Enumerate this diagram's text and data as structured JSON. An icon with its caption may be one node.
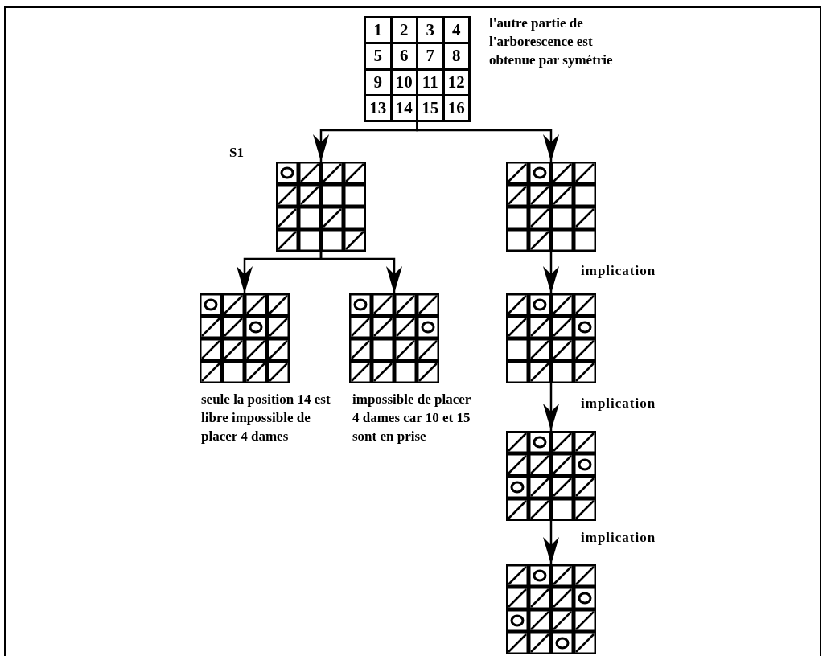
{
  "diagram": {
    "nodes": [
      {
        "text": [
          "1",
          "2",
          "3",
          "4",
          "5",
          "6",
          "7",
          "8",
          "9",
          "10",
          "11",
          "12",
          "13",
          "14",
          "15",
          "16"
        ],
        "beside": [
          "l'autre partie de l'arborescence est obtenue par symétrie"
        ]
      },
      {
        "text": [],
        "shape": "picture",
        "beside": [
          "S1"
        ]
      },
      {
        "text": [],
        "shape": "picture"
      },
      {
        "text": [],
        "shape": "picture",
        "beside": [
          "seule la position 14 est libre impossible de placer 4 dames"
        ]
      },
      {
        "text": [],
        "shape": "picture",
        "beside": [
          "impossible de placer 4 dames car 10 et 15 sont en prise"
        ]
      },
      {
        "text": [],
        "shape": "picture"
      },
      {
        "text": [],
        "shape": "picture"
      },
      {
        "text": [],
        "shape": "picture"
      }
    ],
    "edges": [
      {
        "from": 0,
        "to": 1,
        "arrow": "to"
      },
      {
        "from": 0,
        "to": 2,
        "arrow": "to"
      },
      {
        "from": 1,
        "to": 3,
        "arrow": "to"
      },
      {
        "from": 1,
        "to": 4,
        "arrow": "to"
      },
      {
        "from": 2,
        "to": 5,
        "arrow": "to",
        "label": "implication"
      },
      {
        "from": 5,
        "to": 6,
        "arrow": "to",
        "label": "implication"
      },
      {
        "from": 6,
        "to": 7,
        "arrow": "to",
        "label": "implication"
      }
    ]
  }
}
